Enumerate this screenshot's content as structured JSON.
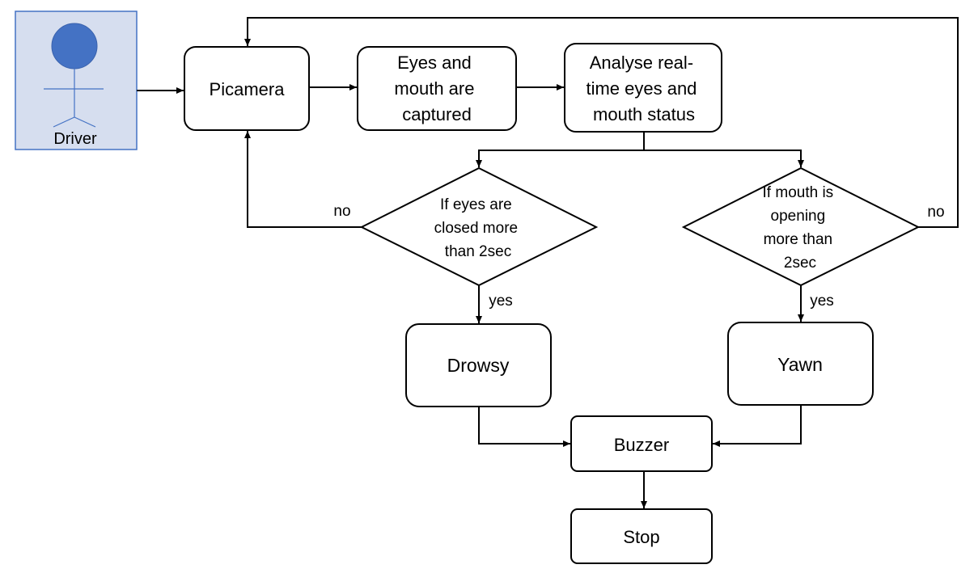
{
  "actor": {
    "label": "Driver",
    "fill": "#d6deef",
    "stroke": "#4472c4",
    "head_color": "#4472c4"
  },
  "nodes": {
    "picamera": {
      "lines": [
        "Picamera"
      ]
    },
    "capture": {
      "lines": [
        "Eyes and",
        "mouth are",
        "captured"
      ]
    },
    "analyse": {
      "lines": [
        "Analyse real-",
        "time eyes and",
        "mouth status"
      ]
    },
    "eyes_decision": {
      "lines": [
        "If eyes are",
        "closed more",
        "than 2sec"
      ]
    },
    "mouth_decision": {
      "lines": [
        "If mouth is",
        "opening",
        "more than",
        "2sec"
      ]
    },
    "drowsy": {
      "lines": [
        "Drowsy"
      ]
    },
    "yawn": {
      "lines": [
        "Yawn"
      ]
    },
    "buzzer": {
      "lines": [
        "Buzzer"
      ]
    },
    "stop": {
      "lines": [
        "Stop"
      ]
    }
  },
  "edge_labels": {
    "eyes_no": "no",
    "mouth_no": "no",
    "eyes_yes": "yes",
    "mouth_yes": "yes"
  }
}
